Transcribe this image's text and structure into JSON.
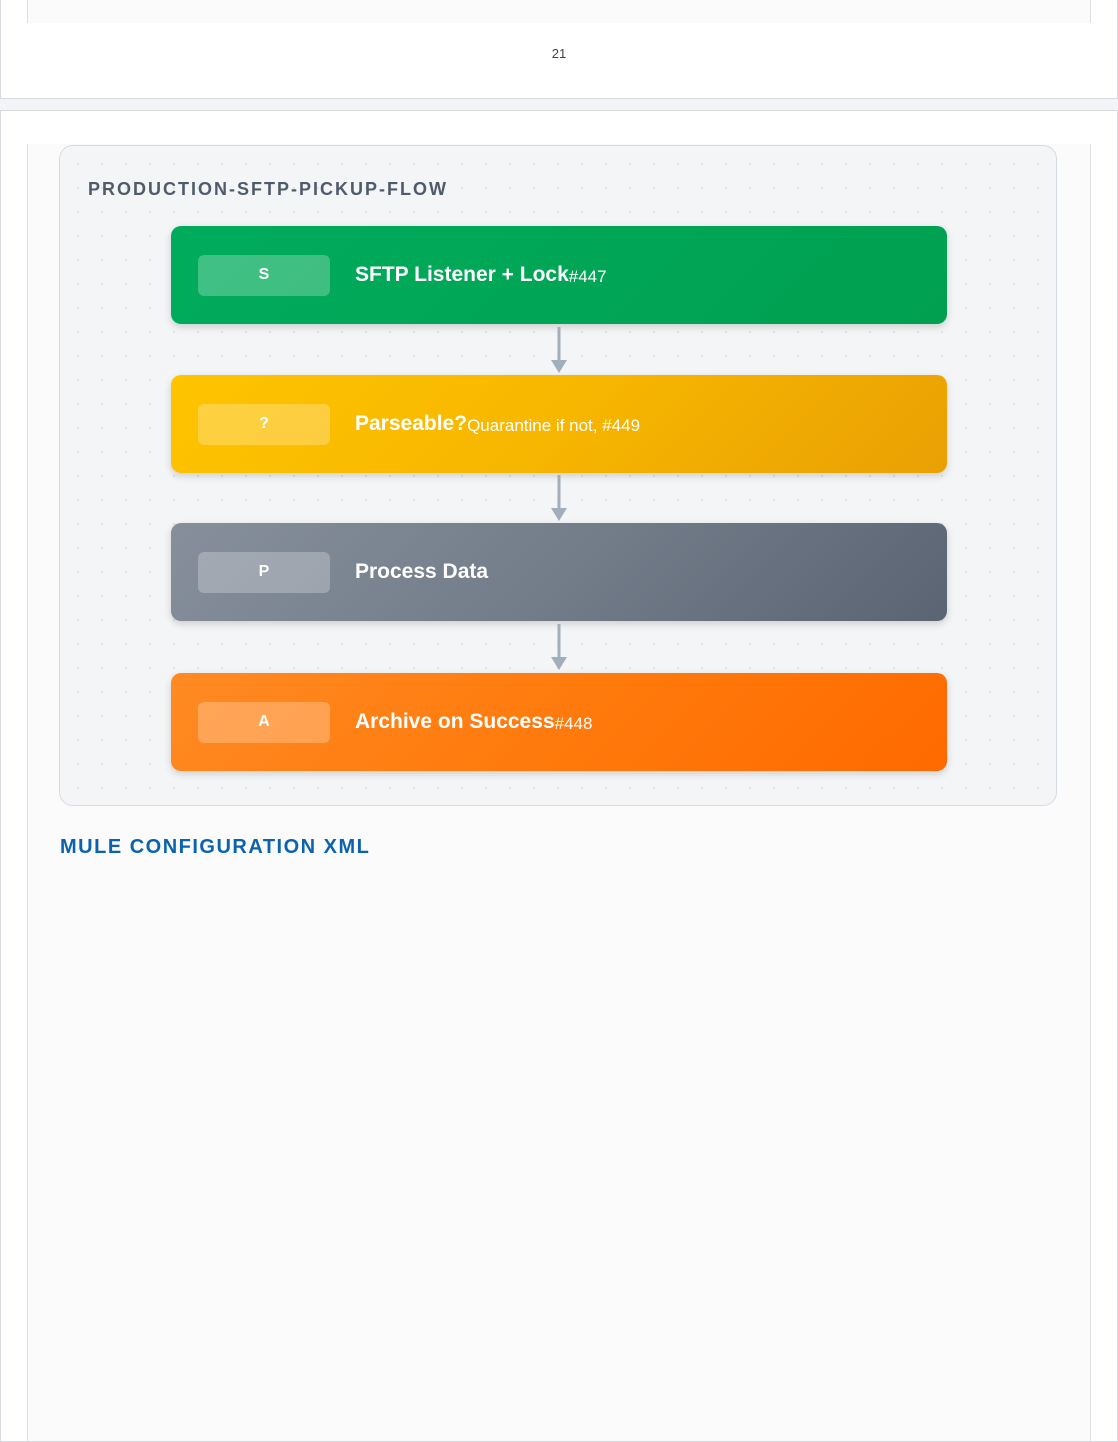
{
  "page_number": "21",
  "flow": {
    "title": "PRODUCTION-SFTP-PICKUP-FLOW",
    "nodes": [
      {
        "badge": "S",
        "label": "SFTP Listener + Lock",
        "sub": "#447",
        "color": "#00a651"
      },
      {
        "badge": "?",
        "label": "Parseable?",
        "sub": "Quarantine if not, #449",
        "color": "#fbbc05"
      },
      {
        "badge": "P",
        "label": "Process Data",
        "sub": "",
        "color": "#7a8491"
      },
      {
        "badge": "A",
        "label": "Archive on Success",
        "sub": "#448",
        "color": "#ff7a0f"
      }
    ],
    "connector_color": "#a2aebb"
  },
  "section": {
    "heading": "MULE CONFIGURATION XML"
  }
}
